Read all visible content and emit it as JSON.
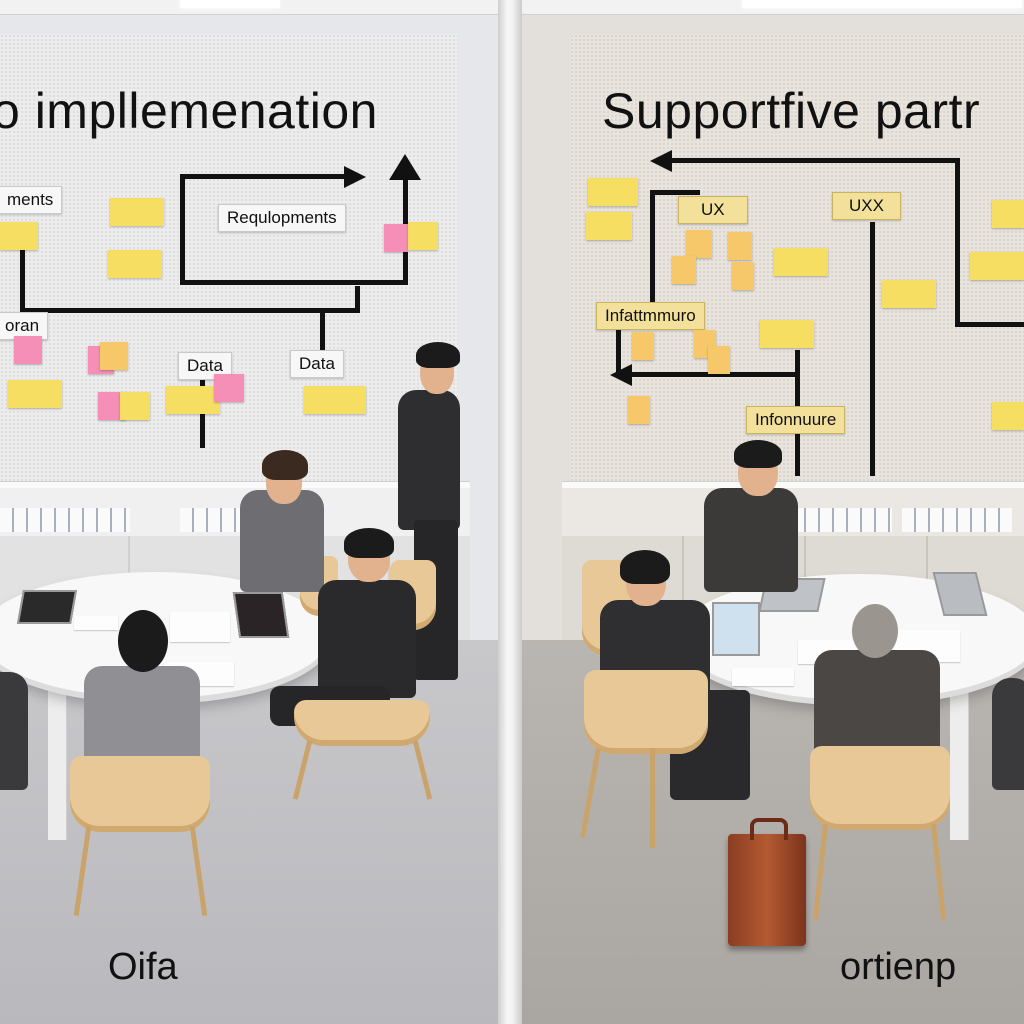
{
  "left_panel": {
    "headline": "o impllemenation",
    "labels": [
      "ments",
      "Requlopments",
      "oran",
      "Data",
      "Data"
    ],
    "caption": "Oifa"
  },
  "right_panel": {
    "headline": "Supportfive partr",
    "labels": [
      "UX",
      "UXX",
      "Infattmmuro",
      "Infonnuure"
    ],
    "caption": "ortienp"
  },
  "colors": {
    "sticky_yellow": "#f6de63",
    "sticky_pink": "#f58fb8",
    "suit_dark": "#2e2e30",
    "chair_wood": "#e7c896"
  }
}
